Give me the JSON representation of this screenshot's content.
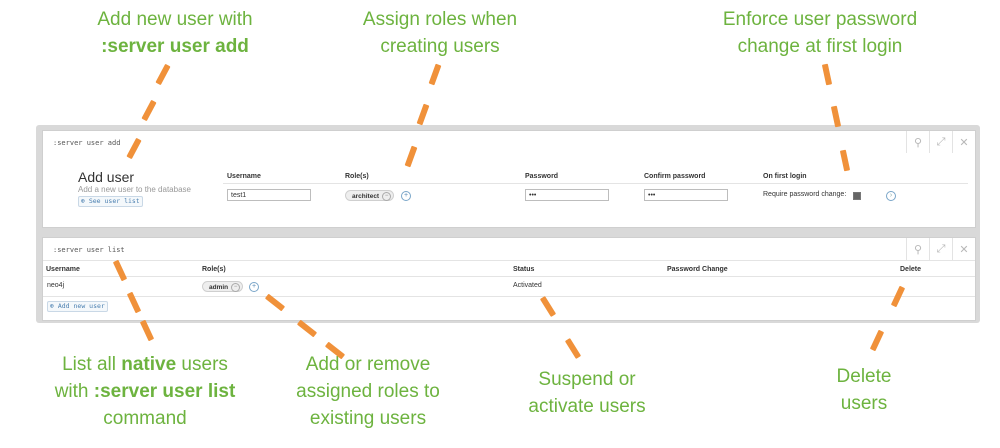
{
  "callouts": {
    "add_user_line1": "Add new user with",
    "add_user_line2": ":server user add",
    "assign_roles_line1": "Assign roles when",
    "assign_roles_line2": "creating users",
    "enforce_line1": "Enforce user password",
    "enforce_line2": "change at first login",
    "list_line1_pre": "List all ",
    "list_line1_bold": "native",
    "list_line1_post": " users",
    "list_line2_pre": "with ",
    "list_line2_bold": ":server user list",
    "list_line3": "command",
    "roles_line1": "Add or remove",
    "roles_line2": "assigned roles to",
    "roles_line3": "existing users",
    "suspend_line1": "Suspend or",
    "suspend_line2": "activate users",
    "delete_line1": "Delete",
    "delete_line2": "users"
  },
  "add_panel": {
    "command": ":server user add",
    "title": "Add user",
    "subtitle": "Add a new user to the database",
    "see_list": "See user list",
    "headers": {
      "username": "Username",
      "roles": "Role(s)",
      "password": "Password",
      "confirm": "Confirm password",
      "first_login": "On first login"
    },
    "username_value": "test1",
    "role_chip": "architect",
    "password_value": "•••",
    "confirm_value": "•••",
    "require_change_label": "Require password change:",
    "require_change_checked": true
  },
  "list_panel": {
    "command": ":server user list",
    "headers": {
      "username": "Username",
      "roles": "Role(s)",
      "status": "Status",
      "password_change": "Password Change",
      "delete": "Delete"
    },
    "rows": [
      {
        "username": "neo4j",
        "role": "admin",
        "status": "Activated",
        "password_change": ""
      }
    ],
    "add_new": "Add new user"
  },
  "icons": {
    "pin": "pin-icon",
    "expand": "expand-icon",
    "close": "close-icon"
  },
  "colors": {
    "callout_green": "#6db33f",
    "arrow_orange": "#f0913a",
    "link_blue": "#4a7fb0"
  }
}
